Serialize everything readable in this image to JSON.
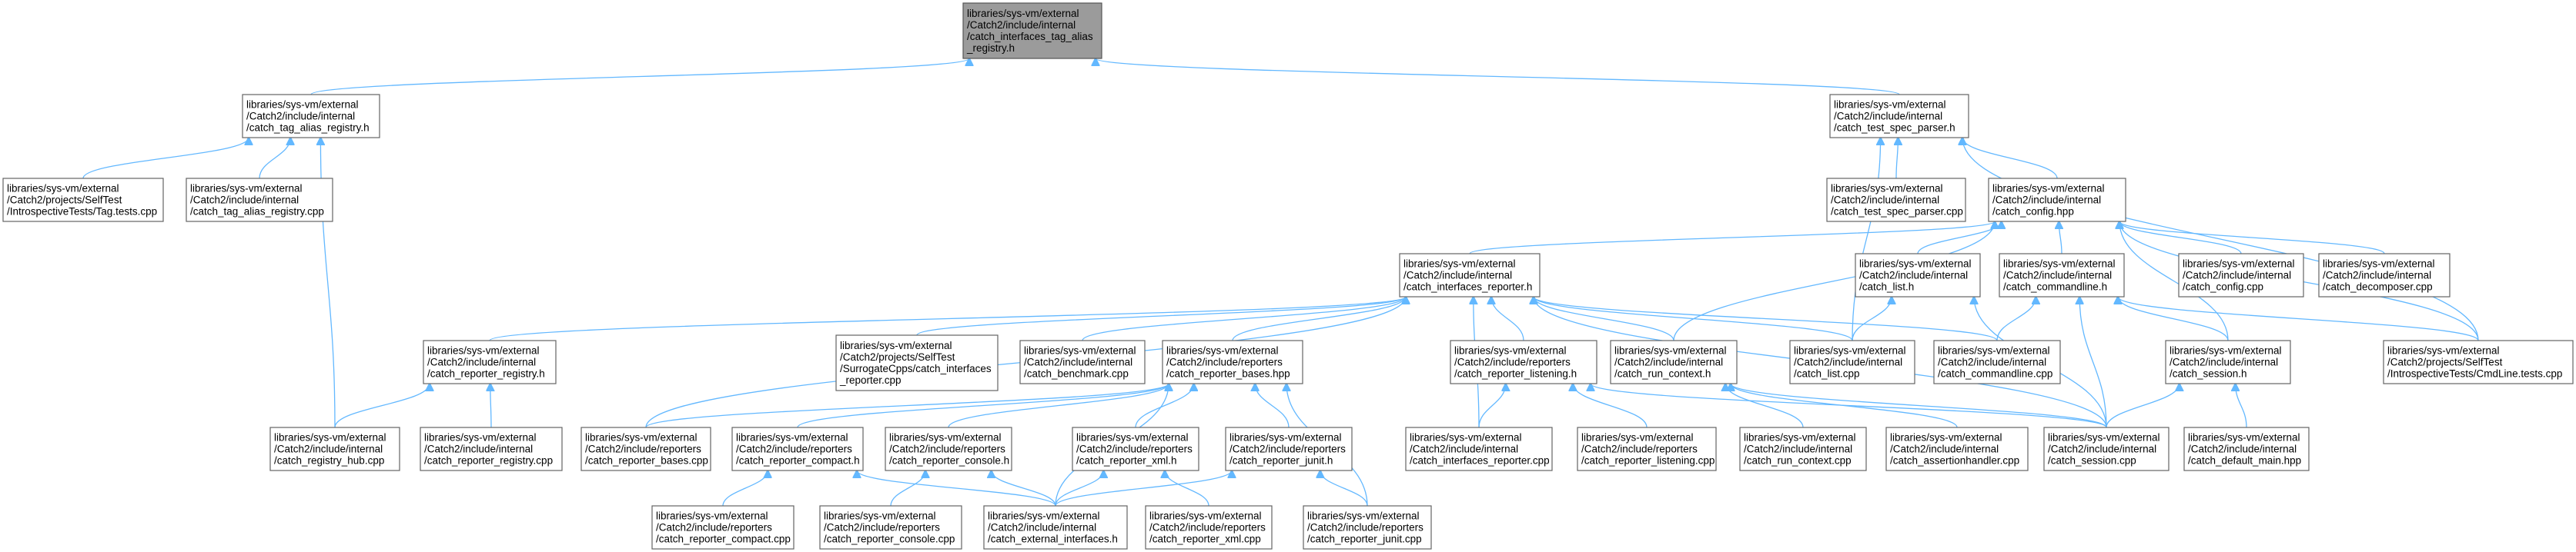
{
  "graph": {
    "title": "",
    "nodes": [
      {
        "id": "root",
        "lines": [
          "libraries/sys-vm/external",
          "/Catch2/include/internal",
          "/catch_interfaces_tag_alias",
          "_registry.h"
        ],
        "highlight": true
      },
      {
        "id": "tag_alias_registry_h",
        "lines": [
          "libraries/sys-vm/external",
          "/Catch2/include/internal",
          "/catch_tag_alias_registry.h"
        ]
      },
      {
        "id": "test_spec_parser_h",
        "lines": [
          "libraries/sys-vm/external",
          "/Catch2/include/internal",
          "/catch_test_spec_parser.h"
        ]
      },
      {
        "id": "tag_tests_cpp",
        "lines": [
          "libraries/sys-vm/external",
          "/Catch2/projects/SelfTest",
          "/IntrospectiveTests/Tag.tests.cpp"
        ]
      },
      {
        "id": "tag_alias_registry_cpp",
        "lines": [
          "libraries/sys-vm/external",
          "/Catch2/include/internal",
          "/catch_tag_alias_registry.cpp"
        ]
      },
      {
        "id": "test_spec_parser_cpp",
        "lines": [
          "libraries/sys-vm/external",
          "/Catch2/include/internal",
          "/catch_test_spec_parser.cpp"
        ]
      },
      {
        "id": "config_hpp",
        "lines": [
          "libraries/sys-vm/external",
          "/Catch2/include/internal",
          "/catch_config.hpp"
        ]
      },
      {
        "id": "interfaces_reporter_h",
        "lines": [
          "libraries/sys-vm/external",
          "/Catch2/include/internal",
          "/catch_interfaces_reporter.h"
        ]
      },
      {
        "id": "list_h",
        "lines": [
          "libraries/sys-vm/external",
          "/Catch2/include/internal",
          "/catch_list.h"
        ]
      },
      {
        "id": "commandline_h",
        "lines": [
          "libraries/sys-vm/external",
          "/Catch2/include/internal",
          "/catch_commandline.h"
        ]
      },
      {
        "id": "config_cpp",
        "lines": [
          "libraries/sys-vm/external",
          "/Catch2/include/internal",
          "/catch_config.cpp"
        ]
      },
      {
        "id": "decomposer_cpp",
        "lines": [
          "libraries/sys-vm/external",
          "/Catch2/include/internal",
          "/catch_decomposer.cpp"
        ]
      },
      {
        "id": "reporter_registry_h",
        "lines": [
          "libraries/sys-vm/external",
          "/Catch2/include/internal",
          "/catch_reporter_registry.h"
        ]
      },
      {
        "id": "surrogate_cpp",
        "lines": [
          "libraries/sys-vm/external",
          "/Catch2/projects/SelfTest",
          "/SurrogateCpps/catch_interfaces",
          "_reporter.cpp"
        ]
      },
      {
        "id": "benchmark_cpp",
        "lines": [
          "libraries/sys-vm/external",
          "/Catch2/include/internal",
          "/catch_benchmark.cpp"
        ]
      },
      {
        "id": "reporter_bases_hpp",
        "lines": [
          "libraries/sys-vm/external",
          "/Catch2/include/reporters",
          "/catch_reporter_bases.hpp"
        ]
      },
      {
        "id": "reporter_listening_h",
        "lines": [
          "libraries/sys-vm/external",
          "/Catch2/include/reporters",
          "/catch_reporter_listening.h"
        ]
      },
      {
        "id": "run_context_h",
        "lines": [
          "libraries/sys-vm/external",
          "/Catch2/include/internal",
          "/catch_run_context.h"
        ]
      },
      {
        "id": "list_cpp",
        "lines": [
          "libraries/sys-vm/external",
          "/Catch2/include/internal",
          "/catch_list.cpp"
        ]
      },
      {
        "id": "commandline_cpp",
        "lines": [
          "libraries/sys-vm/external",
          "/Catch2/include/internal",
          "/catch_commandline.cpp"
        ]
      },
      {
        "id": "session_h",
        "lines": [
          "libraries/sys-vm/external",
          "/Catch2/include/internal",
          "/catch_session.h"
        ]
      },
      {
        "id": "cmdline_tests_cpp",
        "lines": [
          "libraries/sys-vm/external",
          "/Catch2/projects/SelfTest",
          "/IntrospectiveTests/CmdLine.tests.cpp"
        ]
      },
      {
        "id": "registry_hub_cpp",
        "lines": [
          "libraries/sys-vm/external",
          "/Catch2/include/internal",
          "/catch_registry_hub.cpp"
        ]
      },
      {
        "id": "reporter_registry_cpp",
        "lines": [
          "libraries/sys-vm/external",
          "/Catch2/include/internal",
          "/catch_reporter_registry.cpp"
        ]
      },
      {
        "id": "reporter_bases_cpp",
        "lines": [
          "libraries/sys-vm/external",
          "/Catch2/include/reporters",
          "/catch_reporter_bases.cpp"
        ]
      },
      {
        "id": "reporter_compact_h",
        "lines": [
          "libraries/sys-vm/external",
          "/Catch2/include/reporters",
          "/catch_reporter_compact.h"
        ]
      },
      {
        "id": "reporter_console_h",
        "lines": [
          "libraries/sys-vm/external",
          "/Catch2/include/reporters",
          "/catch_reporter_console.h"
        ]
      },
      {
        "id": "reporter_xml_h",
        "lines": [
          "libraries/sys-vm/external",
          "/Catch2/include/reporters",
          "/catch_reporter_xml.h"
        ]
      },
      {
        "id": "reporter_junit_h",
        "lines": [
          "libraries/sys-vm/external",
          "/Catch2/include/reporters",
          "/catch_reporter_junit.h"
        ]
      },
      {
        "id": "interfaces_reporter_cpp",
        "lines": [
          "libraries/sys-vm/external",
          "/Catch2/include/internal",
          "/catch_interfaces_reporter.cpp"
        ]
      },
      {
        "id": "reporter_listening_cpp",
        "lines": [
          "libraries/sys-vm/external",
          "/Catch2/include/reporters",
          "/catch_reporter_listening.cpp"
        ]
      },
      {
        "id": "run_context_cpp",
        "lines": [
          "libraries/sys-vm/external",
          "/Catch2/include/internal",
          "/catch_run_context.cpp"
        ]
      },
      {
        "id": "assertionhandler_cpp",
        "lines": [
          "libraries/sys-vm/external",
          "/Catch2/include/internal",
          "/catch_assertionhandler.cpp"
        ]
      },
      {
        "id": "session_cpp",
        "lines": [
          "libraries/sys-vm/external",
          "/Catch2/include/internal",
          "/catch_session.cpp"
        ]
      },
      {
        "id": "default_main_hpp",
        "lines": [
          "libraries/sys-vm/external",
          "/Catch2/include/internal",
          "/catch_default_main.hpp"
        ]
      },
      {
        "id": "reporter_compact_cpp",
        "lines": [
          "libraries/sys-vm/external",
          "/Catch2/include/reporters",
          "/catch_reporter_compact.cpp"
        ]
      },
      {
        "id": "reporter_console_cpp",
        "lines": [
          "libraries/sys-vm/external",
          "/Catch2/include/reporters",
          "/catch_reporter_console.cpp"
        ]
      },
      {
        "id": "external_interfaces_h",
        "lines": [
          "libraries/sys-vm/external",
          "/Catch2/include/internal",
          "/catch_external_interfaces.h"
        ]
      },
      {
        "id": "reporter_xml_cpp",
        "lines": [
          "libraries/sys-vm/external",
          "/Catch2/include/reporters",
          "/catch_reporter_xml.cpp"
        ]
      },
      {
        "id": "reporter_junit_cpp",
        "lines": [
          "libraries/sys-vm/external",
          "/Catch2/include/reporters",
          "/catch_reporter_junit.cpp"
        ]
      }
    ],
    "edges": [
      [
        "tag_alias_registry_h",
        "root"
      ],
      [
        "test_spec_parser_h",
        "root"
      ],
      [
        "tag_tests_cpp",
        "tag_alias_registry_h"
      ],
      [
        "tag_alias_registry_cpp",
        "tag_alias_registry_h"
      ],
      [
        "registry_hub_cpp",
        "tag_alias_registry_h"
      ],
      [
        "test_spec_parser_cpp",
        "test_spec_parser_h"
      ],
      [
        "config_hpp",
        "test_spec_parser_h"
      ],
      [
        "list_cpp",
        "test_spec_parser_h"
      ],
      [
        "cmdline_tests_cpp",
        "test_spec_parser_h"
      ],
      [
        "interfaces_reporter_h",
        "config_hpp"
      ],
      [
        "list_h",
        "config_hpp"
      ],
      [
        "commandline_h",
        "config_hpp"
      ],
      [
        "config_cpp",
        "config_hpp"
      ],
      [
        "decomposer_cpp",
        "config_hpp"
      ],
      [
        "run_context_h",
        "config_hpp"
      ],
      [
        "session_h",
        "config_hpp"
      ],
      [
        "cmdline_tests_cpp",
        "config_hpp"
      ],
      [
        "reporter_registry_h",
        "interfaces_reporter_h"
      ],
      [
        "surrogate_cpp",
        "interfaces_reporter_h"
      ],
      [
        "benchmark_cpp",
        "interfaces_reporter_h"
      ],
      [
        "reporter_bases_hpp",
        "interfaces_reporter_h"
      ],
      [
        "reporter_listening_h",
        "interfaces_reporter_h"
      ],
      [
        "run_context_h",
        "interfaces_reporter_h"
      ],
      [
        "list_cpp",
        "interfaces_reporter_h"
      ],
      [
        "commandline_cpp",
        "interfaces_reporter_h"
      ],
      [
        "reporter_bases_cpp",
        "interfaces_reporter_h"
      ],
      [
        "interfaces_reporter_cpp",
        "interfaces_reporter_h"
      ],
      [
        "session_cpp",
        "interfaces_reporter_h"
      ],
      [
        "list_cpp",
        "list_h"
      ],
      [
        "session_cpp",
        "list_h"
      ],
      [
        "commandline_cpp",
        "commandline_h"
      ],
      [
        "session_h",
        "commandline_h"
      ],
      [
        "session_cpp",
        "commandline_h"
      ],
      [
        "cmdline_tests_cpp",
        "commandline_h"
      ],
      [
        "registry_hub_cpp",
        "reporter_registry_h"
      ],
      [
        "reporter_registry_cpp",
        "reporter_registry_h"
      ],
      [
        "reporter_bases_cpp",
        "reporter_bases_hpp"
      ],
      [
        "reporter_compact_h",
        "reporter_bases_hpp"
      ],
      [
        "reporter_console_h",
        "reporter_bases_hpp"
      ],
      [
        "reporter_xml_h",
        "reporter_bases_hpp"
      ],
      [
        "reporter_junit_h",
        "reporter_bases_hpp"
      ],
      [
        "external_interfaces_h",
        "reporter_bases_hpp"
      ],
      [
        "reporter_junit_cpp",
        "reporter_bases_hpp"
      ],
      [
        "interfaces_reporter_cpp",
        "reporter_listening_h"
      ],
      [
        "reporter_listening_cpp",
        "reporter_listening_h"
      ],
      [
        "session_cpp",
        "reporter_listening_h"
      ],
      [
        "run_context_cpp",
        "run_context_h"
      ],
      [
        "assertionhandler_cpp",
        "run_context_h"
      ],
      [
        "session_cpp",
        "run_context_h"
      ],
      [
        "session_cpp",
        "session_h"
      ],
      [
        "default_main_hpp",
        "session_h"
      ],
      [
        "reporter_compact_cpp",
        "reporter_compact_h"
      ],
      [
        "external_interfaces_h",
        "reporter_compact_h"
      ],
      [
        "reporter_console_cpp",
        "reporter_console_h"
      ],
      [
        "external_interfaces_h",
        "reporter_console_h"
      ],
      [
        "external_interfaces_h",
        "reporter_xml_h"
      ],
      [
        "reporter_xml_cpp",
        "reporter_xml_h"
      ],
      [
        "external_interfaces_h",
        "reporter_junit_h"
      ],
      [
        "reporter_junit_cpp",
        "reporter_junit_h"
      ]
    ]
  }
}
